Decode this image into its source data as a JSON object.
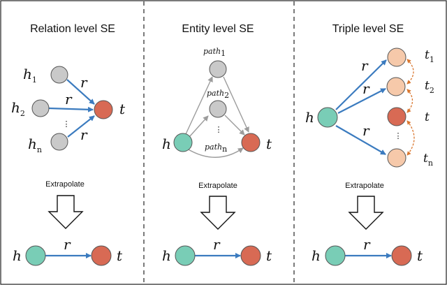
{
  "panels": [
    {
      "title": "Relation level SE",
      "head_nodes": [
        {
          "base": "h",
          "sub": "1"
        },
        {
          "base": "h",
          "sub": "2"
        },
        {
          "base": "h",
          "sub": "n"
        }
      ],
      "relation": "r",
      "tail": "t",
      "ellipsis": "⋮",
      "extrapolate": "Extrapolate",
      "result": {
        "head": "h",
        "relation": "r",
        "tail": "t"
      }
    },
    {
      "title": "Entity level SE",
      "paths": [
        {
          "base": "path",
          "sub": "1"
        },
        {
          "base": "path",
          "sub": "2"
        },
        {
          "base": "path",
          "sub": "n"
        }
      ],
      "head": "h",
      "tail": "t",
      "ellipsis": "⋮",
      "extrapolate": "Extrapolate",
      "result": {
        "head": "h",
        "relation": "r",
        "tail": "t"
      }
    },
    {
      "title": "Triple level SE",
      "head": "h",
      "relation": "r",
      "tails": [
        {
          "base": "t",
          "sub": "1"
        },
        {
          "base": "t",
          "sub": "2"
        },
        {
          "base": "t",
          "sub": ""
        },
        {
          "base": "t",
          "sub": "n"
        }
      ],
      "ellipsis": "⋮",
      "extrapolate": "Extrapolate",
      "result": {
        "head": "h",
        "relation": "r",
        "tail": "t"
      }
    }
  ],
  "colors": {
    "gray_node": "#c9c9c9",
    "teal_node": "#79cdb6",
    "red_node": "#d86a54",
    "peach_node": "#f6c9aa",
    "blue_arrow": "#3b7bbf",
    "gray_arrow": "#9c9c9c",
    "orange_dashed": "#d9762e"
  }
}
